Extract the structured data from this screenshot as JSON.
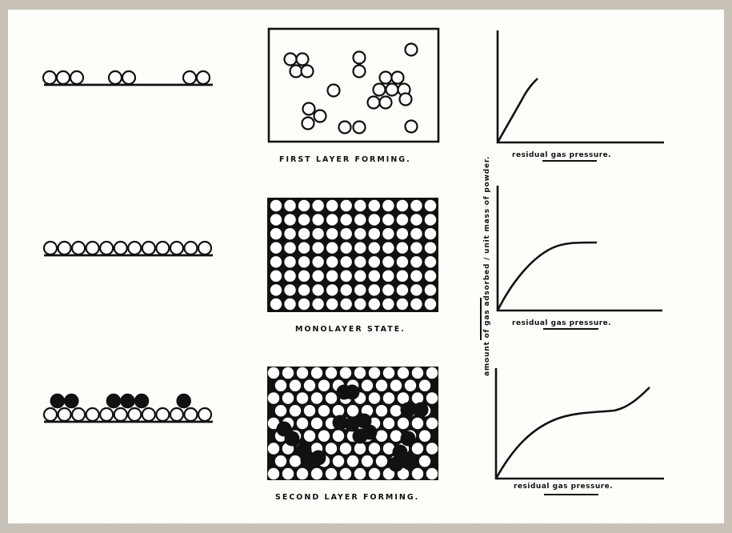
{
  "figure": {
    "rows": [
      {
        "id": "row1",
        "caption": "FIRST LAYER FORMING.",
        "x_label": "residual gas pressure.",
        "side_groups": [
          3,
          2,
          2
        ],
        "curve_shape": "initial rise"
      },
      {
        "id": "row2",
        "caption": "MONOLAYER STATE.",
        "x_label": "residual gas pressure.",
        "side_count": 12,
        "grid": {
          "cols": 12,
          "rows": 8
        },
        "curve_shape": "rise then plateau"
      },
      {
        "id": "row3",
        "caption": "SECOND LAYER FORMING.",
        "x_label": "residual gas pressure.",
        "side_count": 12,
        "side_top_positions": [
          1,
          2,
          5,
          6,
          7,
          10
        ],
        "curve_shape": "rise, plateau, second rise"
      }
    ],
    "y_label": "amount of gas adsorbed / unit mass of powder."
  }
}
